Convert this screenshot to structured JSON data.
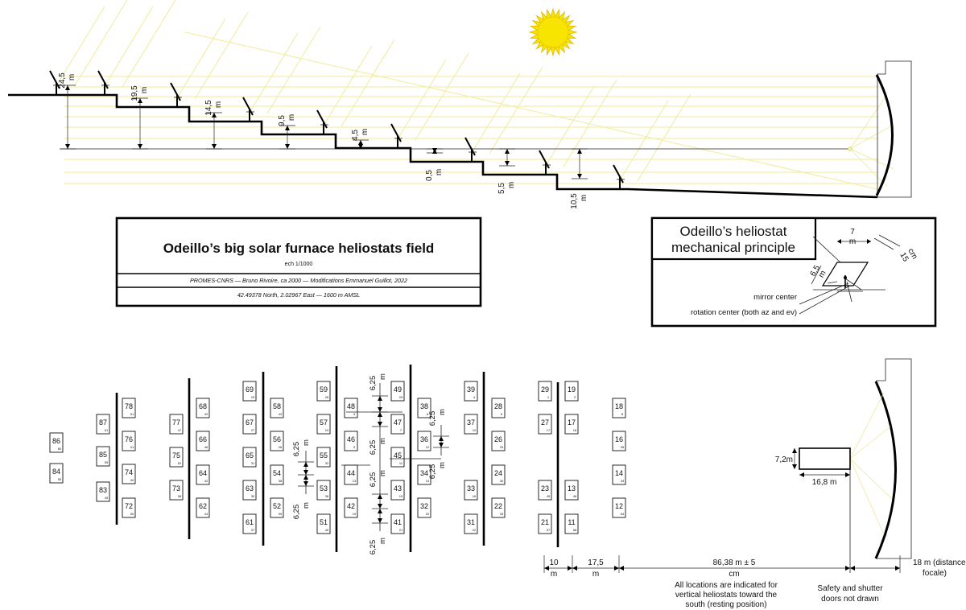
{
  "title": {
    "main": "Odeillo’s big solar furnace heliostats field",
    "scale": "ech 1/1000",
    "credits": "PROMES-CNRS — Bruno Rivoire, ca 2000 — Modifications Emmanuel Guillot, 2022",
    "coordinates": "42.49378 North, 2.02967 East — 1600 m AMSL"
  },
  "mechanical": {
    "title_line1": "Odeillo’s heliostat",
    "title_line2": "mechanical principle",
    "dim_7": "7",
    "dim_7_unit": "m",
    "dim_15": "15",
    "dim_15_unit": "cm",
    "dim_65": "6,5",
    "dim_65_unit": "m",
    "mirror_center": "mirror center",
    "rotation_center": "rotation center (both az and ev)"
  },
  "elevation_labels": [
    {
      "value": "24,5",
      "unit": "m"
    },
    {
      "value": "19,5",
      "unit": "m"
    },
    {
      "value": "14,5",
      "unit": "m"
    },
    {
      "value": "9,5",
      "unit": "m"
    },
    {
      "value": "4,5",
      "unit": "m"
    },
    {
      "value": "0,5",
      "unit": "m"
    },
    {
      "value": "5,5",
      "unit": "m"
    },
    {
      "value": "10,5",
      "unit": "m"
    }
  ],
  "plan": {
    "spacing_value": "6,25",
    "spacing_unit": "m",
    "building_width": "7,2m",
    "building_length": "16,8 m",
    "dim_10": "10",
    "dim_10_unit": "m",
    "dim_175": "17,5",
    "dim_175_unit": "m",
    "dim_8638": "86,38 m ± 5",
    "dim_8638_unit": "cm",
    "dim_18": "18 m (distance",
    "dim_18_b": "focale)",
    "note_line1": "All locations are indicated for",
    "note_line2": "vertical heliostats toward the",
    "note_line3": "south (resting position)",
    "safety_line1": "Safety and shutter",
    "safety_line2": "doors not drawn"
  },
  "heliostats": [
    {
      "n": "86",
      "s": "60"
    },
    {
      "n": "84",
      "s": "55"
    },
    {
      "n": "87",
      "s": "61"
    },
    {
      "n": "85",
      "s": "59"
    },
    {
      "n": "83",
      "s": "49"
    },
    {
      "n": "78",
      "s": "51"
    },
    {
      "n": "76",
      "s": "41"
    },
    {
      "n": "74",
      "s": "40"
    },
    {
      "n": "72",
      "s": "50"
    },
    {
      "n": "77",
      "s": "47"
    },
    {
      "n": "75",
      "s": "62"
    },
    {
      "n": "73",
      "s": "58"
    },
    {
      "n": "68",
      "s": "32"
    },
    {
      "n": "66",
      "s": "46"
    },
    {
      "n": "64",
      "s": "42"
    },
    {
      "n": "62",
      "s": "44"
    },
    {
      "n": "69",
      "s": "23"
    },
    {
      "n": "67",
      "s": "27"
    },
    {
      "n": "65",
      "s": "31"
    },
    {
      "n": "63",
      "s": "30"
    },
    {
      "n": "61",
      "s": "37"
    },
    {
      "n": "58",
      "s": "43"
    },
    {
      "n": "56",
      "s": "26"
    },
    {
      "n": "54",
      "s": "38"
    },
    {
      "n": "52",
      "s": "39"
    },
    {
      "n": "59",
      "s": "28"
    },
    {
      "n": "57",
      "s": "24"
    },
    {
      "n": "55",
      "s": "32"
    },
    {
      "n": "53",
      "s": "36"
    },
    {
      "n": "51",
      "s": "40"
    },
    {
      "n": "48",
      "s": "3"
    },
    {
      "n": "46",
      "s": "9"
    },
    {
      "n": "44",
      "s": "13"
    },
    {
      "n": "42",
      "s": "19"
    },
    {
      "n": "49",
      "s": "29"
    },
    {
      "n": "47",
      "s": "7"
    },
    {
      "n": "45",
      "s": "11"
    },
    {
      "n": "43",
      "s": "15"
    },
    {
      "n": "41",
      "s": "21"
    },
    {
      "n": "38",
      "s": "6"
    },
    {
      "n": "36",
      "s": "12"
    },
    {
      "n": "34",
      "s": "14"
    },
    {
      "n": "32",
      "s": "20"
    },
    {
      "n": "39",
      "s": "4"
    },
    {
      "n": "37",
      "s": "10"
    },
    {
      "n": "33",
      "s": "16"
    },
    {
      "n": "31",
      "s": "22"
    },
    {
      "n": "28",
      "s": "5"
    },
    {
      "n": "26",
      "s": "25"
    },
    {
      "n": "24",
      "s": "30"
    },
    {
      "n": "22",
      "s": "33"
    },
    {
      "n": "29",
      "s": "1"
    },
    {
      "n": "27",
      "s": "17"
    },
    {
      "n": "23",
      "s": "45"
    },
    {
      "n": "21",
      "s": "57"
    },
    {
      "n": "19",
      "s": "2"
    },
    {
      "n": "17",
      "s": "18"
    },
    {
      "n": "13",
      "s": "46"
    },
    {
      "n": "11",
      "s": "58"
    },
    {
      "n": "18",
      "s": "8"
    },
    {
      "n": "16",
      "s": "35"
    },
    {
      "n": "14",
      "s": "34"
    },
    {
      "n": "12",
      "s": "54"
    }
  ],
  "colors": {
    "sun": "#f7e400",
    "sun_stroke": "#e2b800",
    "ray": "#f1eb9a",
    "ink": "#111111"
  }
}
